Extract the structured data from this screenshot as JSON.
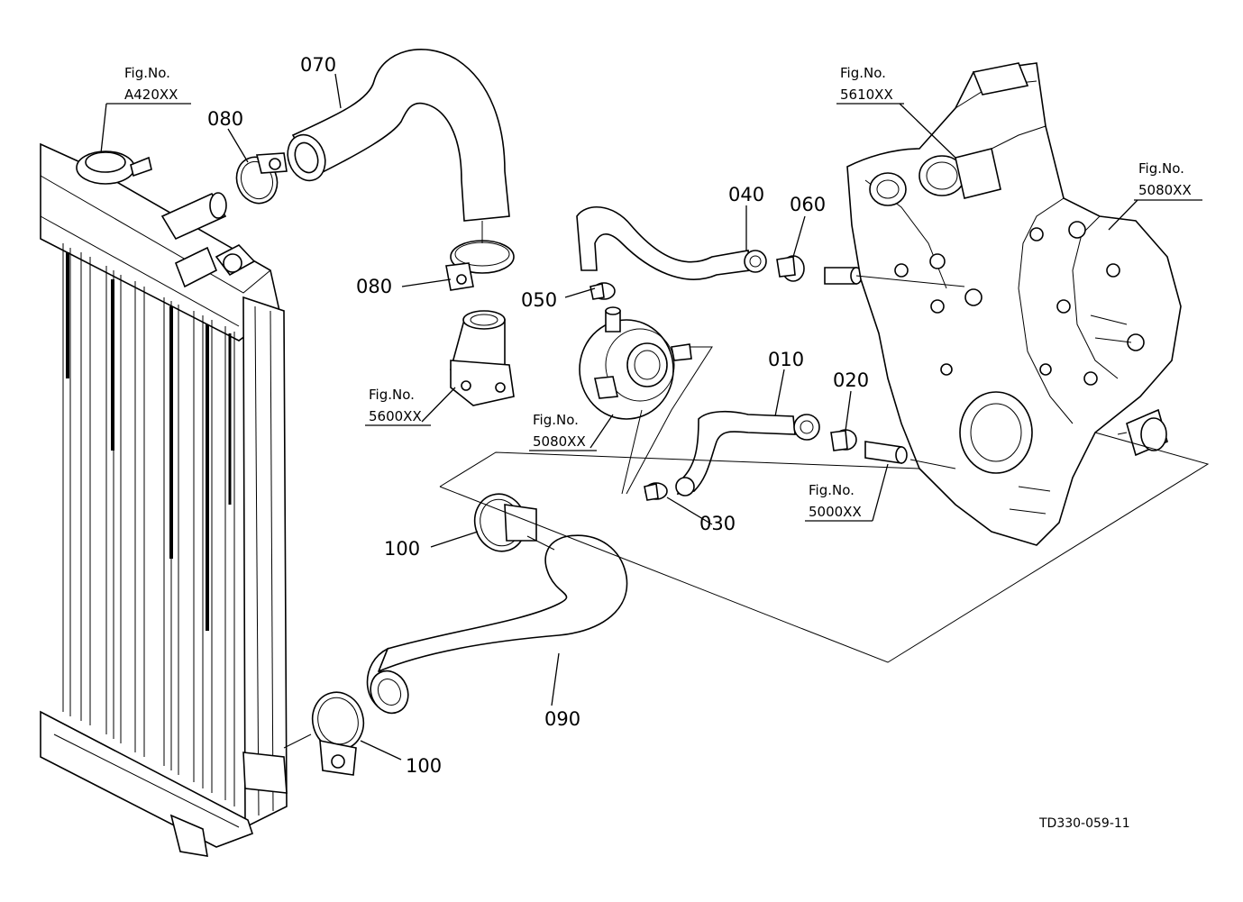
{
  "drawing_code": "TD330-059-11",
  "part_labels": [
    "070",
    "080",
    "080",
    "040",
    "060",
    "050",
    "010",
    "020",
    "030",
    "100",
    "090",
    "100"
  ],
  "fig_refs": [
    {
      "title": "Fig.No.",
      "number": "A420XX"
    },
    {
      "title": "Fig.No.",
      "number": "5610XX"
    },
    {
      "title": "Fig.No.",
      "number": "5080XX"
    },
    {
      "title": "Fig.No.",
      "number": "5600XX"
    },
    {
      "title": "Fig.No.",
      "number": "5080XX"
    },
    {
      "title": "Fig.No.",
      "number": "5000XX"
    }
  ]
}
